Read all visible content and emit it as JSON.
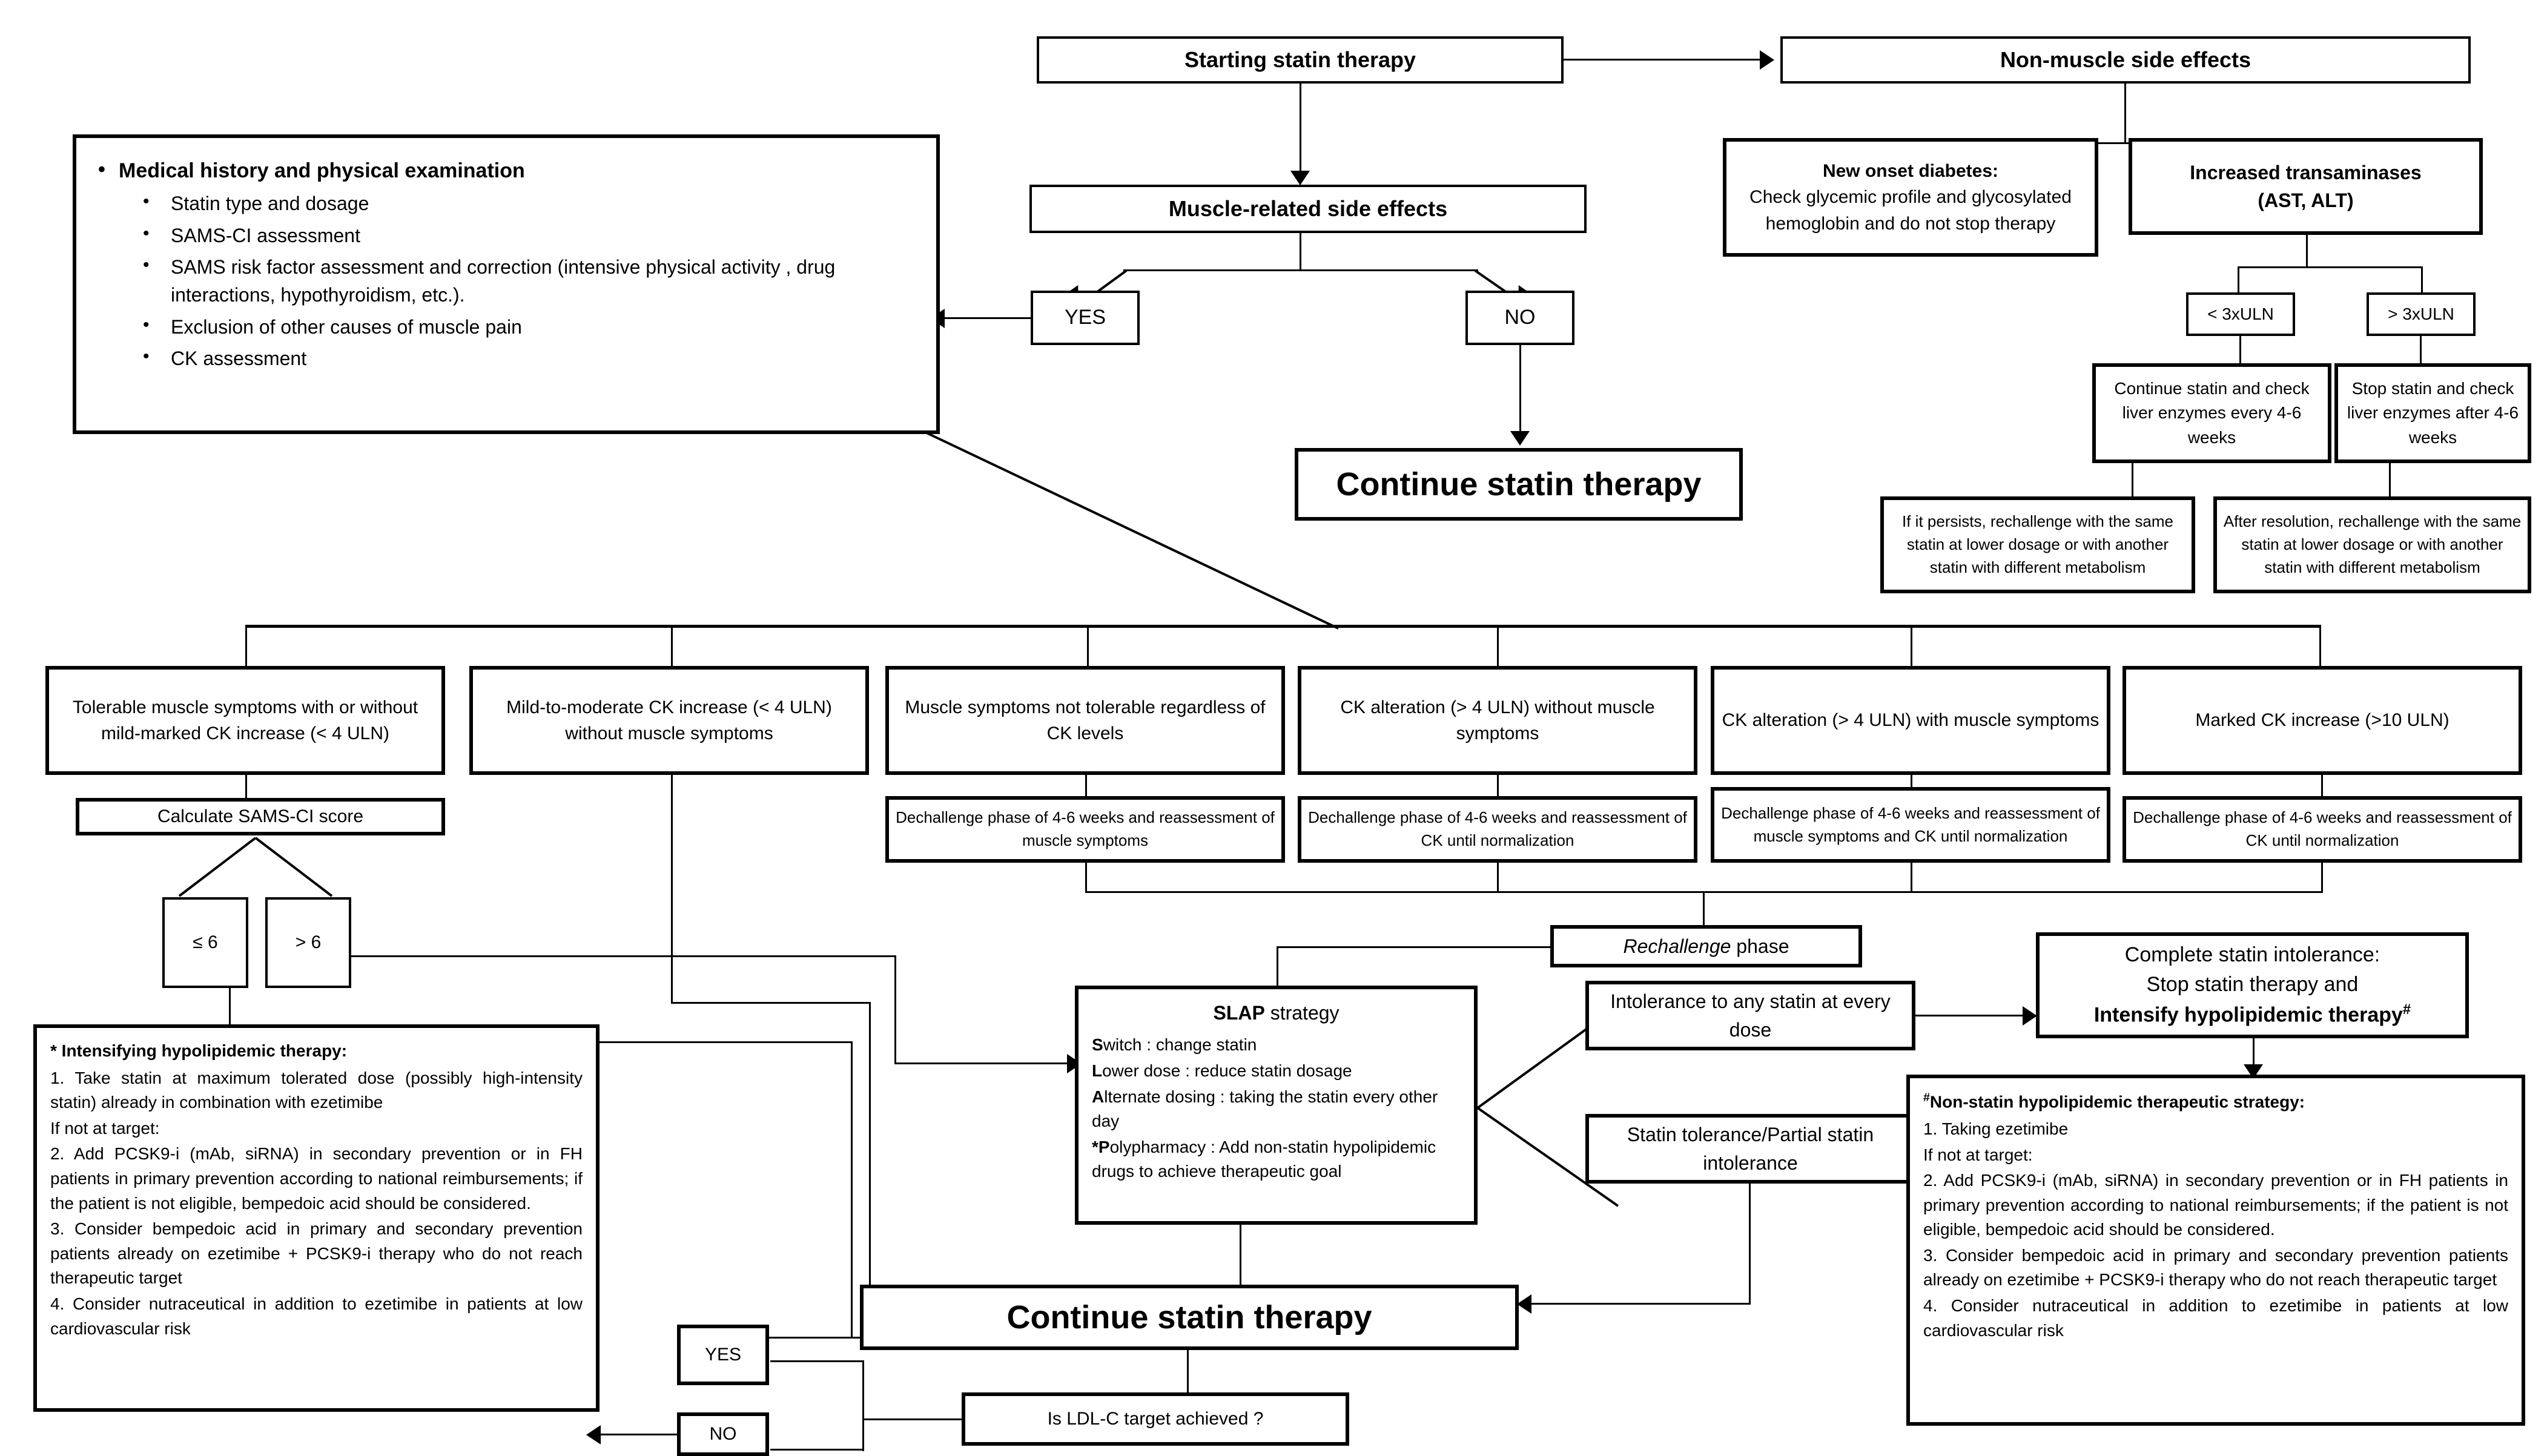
{
  "diagram": {
    "title": "Statin-associated muscle symptoms (SAMS) management algorithm"
  },
  "nodes": {
    "starting_statin_therapy": "Starting statin therapy",
    "non_muscle_side_effects": "Non-muscle side effects",
    "muscle_related_side_effects": "Muscle-related side effects",
    "yes_top": "YES",
    "no_top": "NO",
    "continue_statin_top": "Continue statin therapy",
    "new_onset_diabetes_title": "New onset diabetes:",
    "new_onset_diabetes_body": "Check  glycemic profile and glycosylated hemoglobin and do not stop therapy",
    "increased_transaminases_l1": "Increased transaminases",
    "increased_transaminases_l2": "(AST, ALT)",
    "uln_less": "< 3xULN",
    "uln_more": "> 3xULN",
    "continue_statin_check": "Continue statin and check liver enzymes every 4-6 weeks",
    "stop_statin_check": "Stop statin and check liver enzymes after 4-6 weeks",
    "if_persists": "If it persists, rechallenge with the same statin at lower dosage or with another statin with different metabolism",
    "after_resolution": "After resolution, rechallenge with the same statin at lower dosage or with another statin with different metabolism",
    "calculate_sams_ci": "Calculate  SAMS-CI score",
    "score_le6": "≤ 6",
    "score_gt6": "> 6",
    "rechallenge_phase_italic": "Rechallenge",
    "rechallenge_phase_rest": " phase",
    "intolerance_any_statin": "Intolerance to any  statin at every dose",
    "statin_tolerance_partial": "Statin tolerance/Partial statin intolerance",
    "complete_intolerance_l1": "Complete statin intolerance:",
    "complete_intolerance_l2": "Stop statin therapy and",
    "complete_intolerance_l3": "Intensify hypolipidemic therapy",
    "complete_intolerance_mark": "#",
    "continue_statin_bottom": "Continue statin therapy",
    "is_ldl_target": "Is LDL-C target achieved ?",
    "yes_bottom": "YES",
    "no_bottom": "NO"
  },
  "medical_history_box": {
    "heading": "Medical history and physical examination",
    "items": [
      "Statin type and dosage",
      "SAMS-CI assessment",
      "SAMS risk factor assessment and correction (intensive physical activity , drug interactions, hypothyroidism, etc.).",
      "Exclusion of other causes of muscle pain",
      "CK assessment"
    ]
  },
  "category_boxes": [
    {
      "label": "Tolerable muscle symptoms with or without  mild-marked CK increase (< 4 ULN)",
      "action": null
    },
    {
      "label": "Mild-to-moderate CK increase (< 4 ULN) without muscle symptoms",
      "action": null
    },
    {
      "label": "Muscle symptoms not tolerable regardless of CK levels",
      "action": "Dechallenge phase of 4-6 weeks and reassessment of muscle symptoms"
    },
    {
      "label": "CK alteration (> 4 ULN) without muscle symptoms",
      "action": "Dechallenge phase of 4-6 weeks and reassessment of CK until normalization"
    },
    {
      "label": "CK alteration (> 4 ULN) with muscle symptoms",
      "action": "Dechallenge phase of 4-6 weeks and reassessment of muscle symptoms and CK until normalization"
    },
    {
      "label": "Marked CK increase (>10 ULN)",
      "action": "Dechallenge phase of 4-6 weeks and reassessment of CK until normalization"
    }
  ],
  "slap": {
    "title_bold": "SLAP",
    "title_rest": " strategy",
    "lines": [
      {
        "initial": "S",
        "rest": "witch : change statin"
      },
      {
        "initial": "L",
        "rest": "ower dose : reduce statin dosage"
      },
      {
        "initial": "A",
        "rest": "lternate dosing : taking the statin every other day"
      },
      {
        "initial": "*P",
        "rest": "olypharmacy : Add non-statin hypolipidemic drugs to achieve therapeutic goal"
      }
    ]
  },
  "intensifying_box": {
    "heading": "* Intensifying hypolipidemic therapy:",
    "paragraphs": [
      "1. Take statin at maximum tolerated dose (possibly high-intensity statin) already in combination with ezetimibe",
      "If not at target:",
      "2. Add PCSK9-i (mAb, siRNA) in secondary prevention or in FH patients in primary prevention according to national reimbursements; if the patient is not eligible, bempedoic acid should be considered.",
      "3. Consider bempedoic acid in primary and secondary prevention patients already on ezetimibe + PCSK9-i therapy who do not reach therapeutic target",
      "4. Consider nutraceutical in addition to ezetimibe in patients at low cardiovascular risk"
    ]
  },
  "nonstatin_box": {
    "heading_mark": "#",
    "heading": "Non-statin hypolipidemic therapeutic strategy:",
    "paragraphs": [
      "1. Taking ezetimibe",
      "If not at target:",
      "2. Add PCSK9-i (mAb, siRNA) in secondary prevention or in FH patients in primary prevention according to national reimbursements; if the patient is not eligible, bempedoic acid should be considered.",
      "3. Consider bempedoic acid in primary and secondary prevention patients already on ezetimibe + PCSK9-i therapy who do not reach therapeutic target",
      "4. Consider nutraceutical in addition to ezetimibe in patients at low cardiovascular risk"
    ]
  },
  "colors": {
    "line": "#000000",
    "box_border": "#000000",
    "background": "#ffffff"
  }
}
